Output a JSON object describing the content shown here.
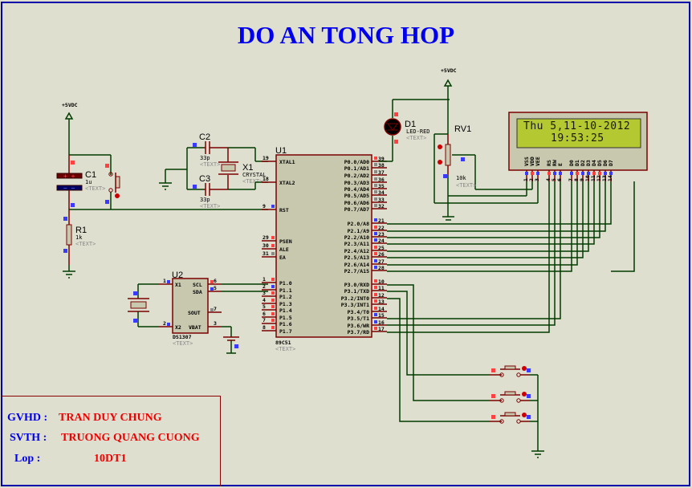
{
  "title": "DO AN TONG HOP",
  "info": {
    "rows": [
      {
        "key": "GVHD :",
        "value": "TRAN DUY CHUNG"
      },
      {
        "key": "SVTH :",
        "value": "TRUONG QUANG CUONG"
      },
      {
        "key": "Lop :",
        "value": "10DT1"
      }
    ]
  },
  "lcd": {
    "line1": "Thu 5,11-10-2012",
    "line2": "19:53:25",
    "pins": [
      "VSS",
      "VDD",
      "VEE",
      "RS",
      "RW",
      "E",
      "D0",
      "D1",
      "D2",
      "D3",
      "D4",
      "D5",
      "D6",
      "D7"
    ],
    "pin_numbers": [
      "1",
      "2",
      "3",
      "4",
      "5",
      "6",
      "7",
      "8",
      "9",
      "10",
      "11",
      "12",
      "13",
      "14"
    ]
  },
  "power_labels": {
    "vcc1": "+5VDC",
    "vcc2": "+5VDC"
  },
  "components": {
    "c1": {
      "ref": "C1",
      "value": "1u",
      "text": "<TEXT>"
    },
    "r1": {
      "ref": "R1",
      "value": "1k",
      "text": "<TEXT>"
    },
    "c2": {
      "ref": "C2",
      "value": "33p",
      "text": "<TEXT>"
    },
    "c3": {
      "ref": "C3",
      "value": "33p",
      "text": "<TEXT>"
    },
    "x1": {
      "ref": "X1",
      "value": "CRYSTAL",
      "text": "<TEXT>"
    },
    "d1": {
      "ref": "D1",
      "value": "LED-RED",
      "text": "<TEXT>"
    },
    "rv1": {
      "ref": "RV1",
      "value": "10k",
      "text": "<TEXT>"
    },
    "u1": {
      "ref": "U1",
      "part": "89C51",
      "text": "<TEXT>"
    },
    "u2": {
      "ref": "U2",
      "part": "DS1307",
      "text": "<TEXT>"
    }
  },
  "u1_pins": {
    "left": [
      {
        "num": "19",
        "name": "XTAL1"
      },
      {
        "num": "18",
        "name": "XTAL2"
      },
      {
        "num": "9",
        "name": "RST"
      },
      {
        "num": "29",
        "name": "PSEN"
      },
      {
        "num": "30",
        "name": "ALE"
      },
      {
        "num": "31",
        "name": "EA"
      },
      {
        "num": "1",
        "name": "P1.0"
      },
      {
        "num": "2",
        "name": "P1.1"
      },
      {
        "num": "3",
        "name": "P1.2"
      },
      {
        "num": "4",
        "name": "P1.3"
      },
      {
        "num": "5",
        "name": "P1.4"
      },
      {
        "num": "6",
        "name": "P1.5"
      },
      {
        "num": "7",
        "name": "P1.6"
      },
      {
        "num": "8",
        "name": "P1.7"
      }
    ],
    "right": [
      {
        "num": "39",
        "name": "P0.0/AD0"
      },
      {
        "num": "38",
        "name": "P0.1/AD1"
      },
      {
        "num": "37",
        "name": "P0.2/AD2"
      },
      {
        "num": "36",
        "name": "P0.3/AD3"
      },
      {
        "num": "35",
        "name": "P0.4/AD4"
      },
      {
        "num": "34",
        "name": "P0.5/AD5"
      },
      {
        "num": "33",
        "name": "P0.6/AD6"
      },
      {
        "num": "32",
        "name": "P0.7/AD7"
      },
      {
        "num": "21",
        "name": "P2.0/A8"
      },
      {
        "num": "22",
        "name": "P2.1/A9"
      },
      {
        "num": "23",
        "name": "P2.2/A10"
      },
      {
        "num": "24",
        "name": "P2.3/A11"
      },
      {
        "num": "25",
        "name": "P2.4/A12"
      },
      {
        "num": "26",
        "name": "P2.5/A13"
      },
      {
        "num": "27",
        "name": "P2.6/A14"
      },
      {
        "num": "28",
        "name": "P2.7/A15"
      },
      {
        "num": "10",
        "name": "P3.0/RXD"
      },
      {
        "num": "11",
        "name": "P3.1/TXD"
      },
      {
        "num": "12",
        "name": "P3.2/INT0"
      },
      {
        "num": "13",
        "name": "P3.3/INT1"
      },
      {
        "num": "14",
        "name": "P3.4/T0"
      },
      {
        "num": "15",
        "name": "P3.5/T1"
      },
      {
        "num": "16",
        "name": "P3.6/WR"
      },
      {
        "num": "17",
        "name": "P3.7/RD"
      }
    ]
  },
  "u2_pins": {
    "left": [
      {
        "num": "1",
        "name": "X1"
      },
      {
        "num": "2",
        "name": "X2"
      }
    ],
    "right": [
      {
        "num": "6",
        "name": "SCL"
      },
      {
        "num": "5",
        "name": "SDA"
      },
      {
        "num": "7",
        "name": "SOUT"
      },
      {
        "num": "3",
        "name": "VBAT"
      }
    ]
  },
  "colors": {
    "title": "#0000ee",
    "info_key": "#0000ee",
    "info_value": "#ee0000",
    "wire": "#003c00",
    "component": "#7a0000",
    "background": "#dfdfd0",
    "lcd": "#b4c832"
  }
}
